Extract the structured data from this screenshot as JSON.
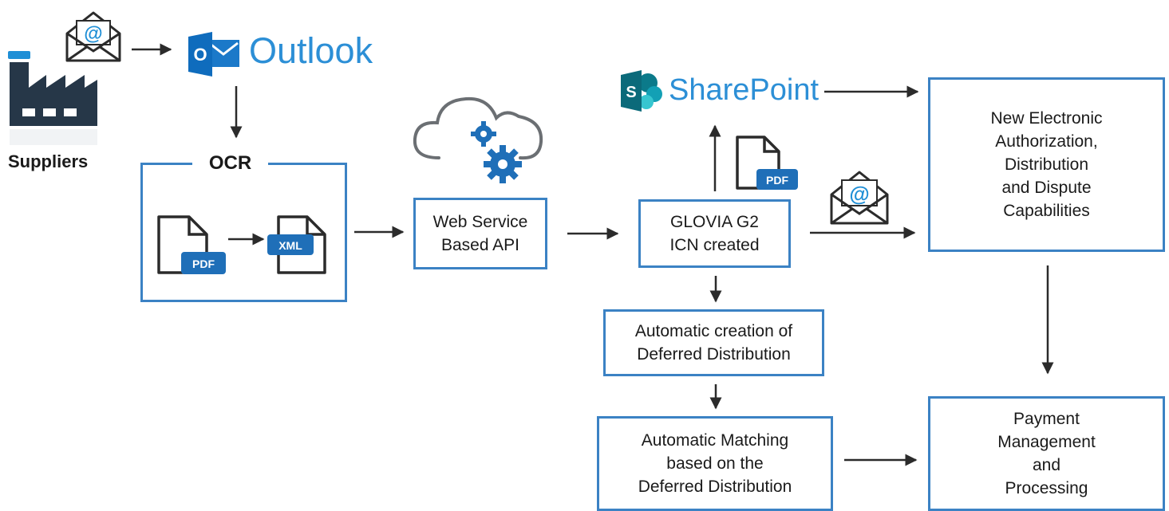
{
  "suppliers": {
    "label": "Suppliers",
    "icon": "factory-icon"
  },
  "brands": {
    "outlook": "Outlook",
    "sharepoint": "SharePoint",
    "outlook_letter": "O",
    "sharepoint_letter": "S"
  },
  "ocr": {
    "title": "OCR",
    "pdf_badge": "PDF",
    "xml_badge": "XML"
  },
  "boxes": {
    "web_service": "Web Service\nBased API",
    "glovia": "GLOVIA G2\nICN created",
    "deferred": "Automatic creation of\nDeferred Distribution",
    "matching": "Automatic Matching\nbased on the\nDeferred Distribution",
    "new_electronic": "New Electronic\nAuthorization,\nDistribution\nand Dispute\nCapabilities",
    "payment": "Payment\nManagement\nand\nProcessing"
  },
  "glovia_pdf_badge": "PDF",
  "colors": {
    "accent_blue": "#3b82c4",
    "brand_blue": "#2c8fd6",
    "outlook_blue": "#0f6cbd",
    "sharepoint_teal": "#0b7a8a",
    "dark": "#2b2b2b"
  }
}
